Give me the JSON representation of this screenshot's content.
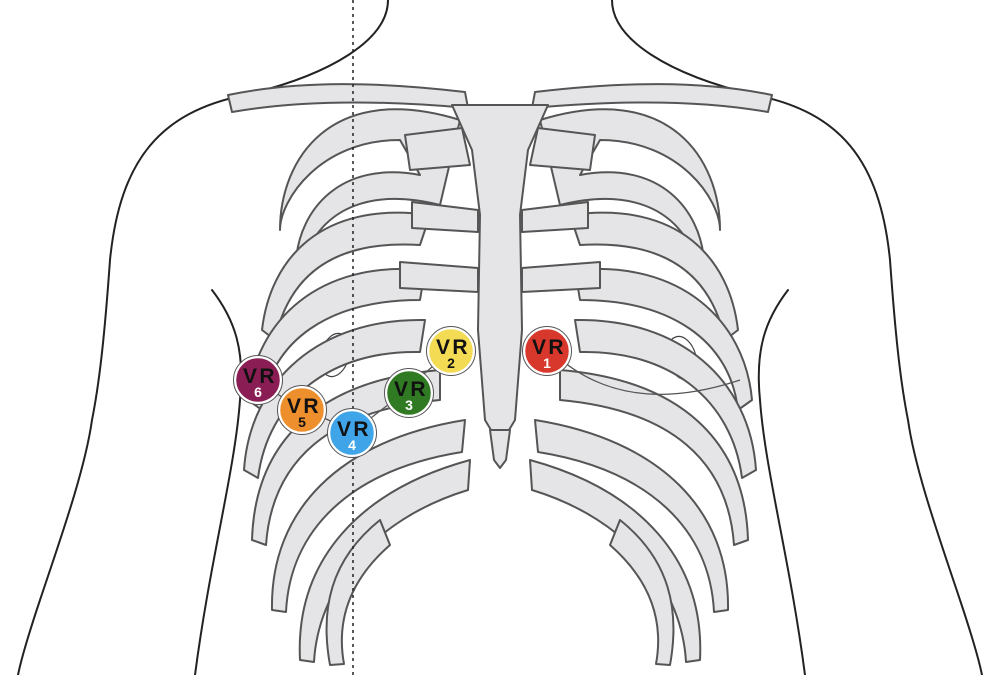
{
  "electrodes": [
    {
      "id": "v1r",
      "main": "V",
      "sub": "1",
      "suffix": "R",
      "color": "#d8382b",
      "text_color": "#ffffff"
    },
    {
      "id": "v2r",
      "main": "V",
      "sub": "2",
      "suffix": "R",
      "color": "#f3dc54",
      "text_color": "#111111"
    },
    {
      "id": "v3r",
      "main": "V",
      "sub": "3",
      "suffix": "R",
      "color": "#2f7a22",
      "text_color": "#ffffff"
    },
    {
      "id": "v4r",
      "main": "V",
      "sub": "4",
      "suffix": "R",
      "color": "#3fa4e8",
      "text_color": "#ffffff"
    },
    {
      "id": "v5r",
      "main": "V",
      "sub": "5",
      "suffix": "R",
      "color": "#ee8f2e",
      "text_color": "#111111"
    },
    {
      "id": "v6r",
      "main": "V",
      "sub": "6",
      "suffix": "R",
      "color": "#8a1e54",
      "text_color": "#ffffff"
    }
  ]
}
